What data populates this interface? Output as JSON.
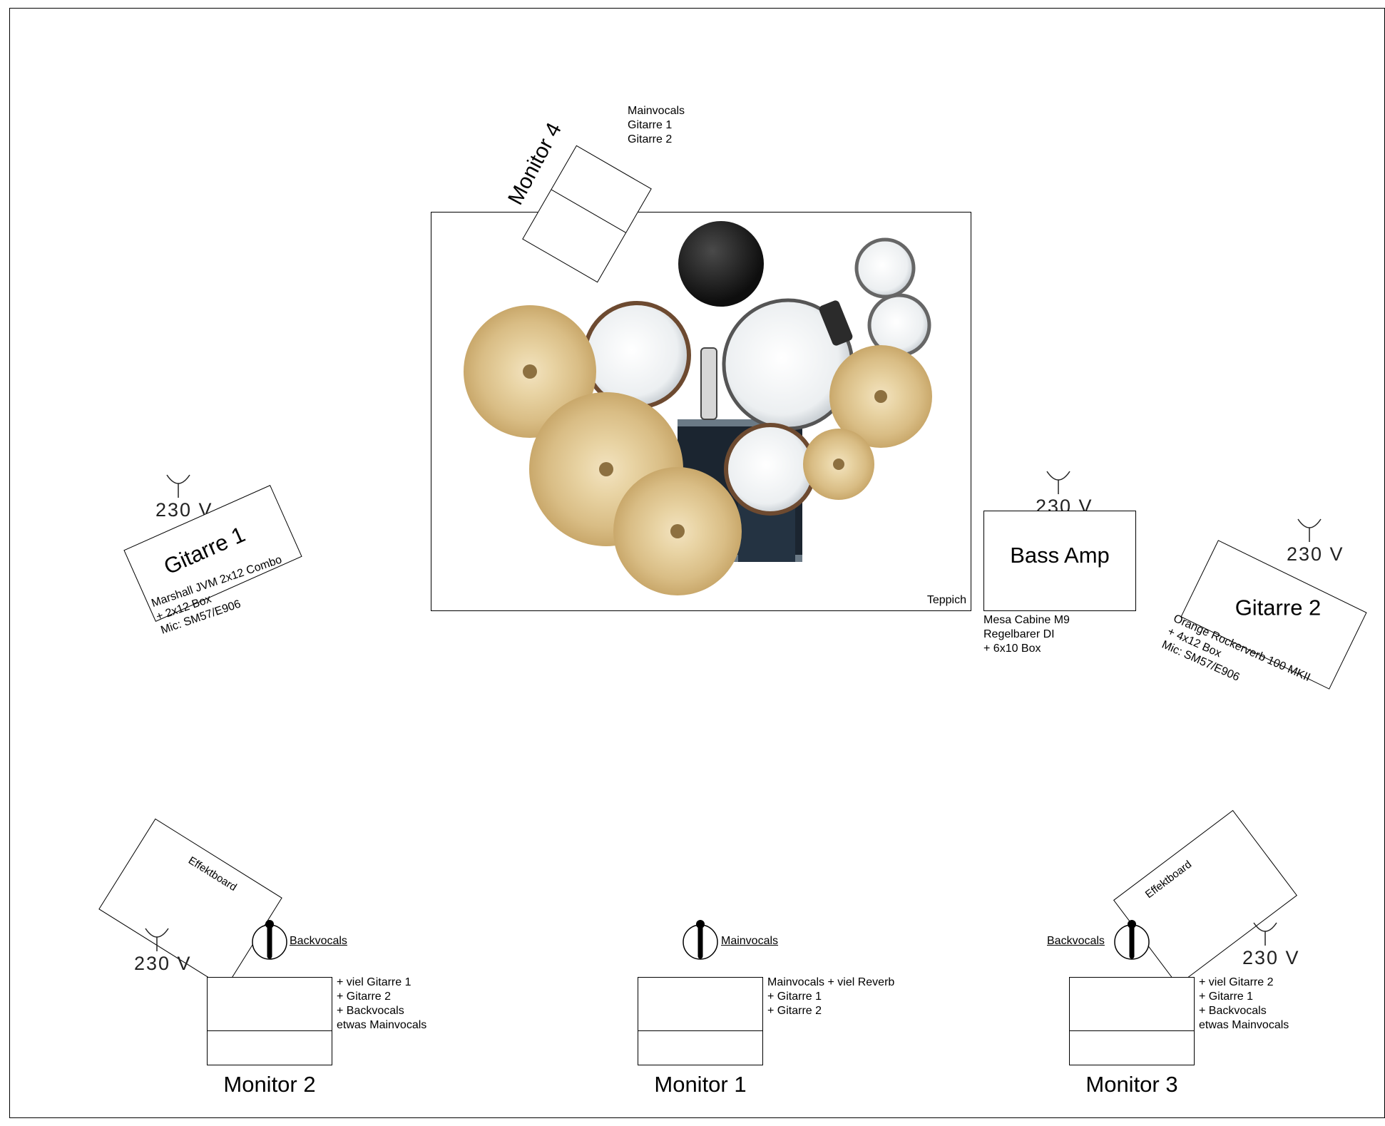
{
  "stage": {
    "carpet_label": "Teppich",
    "monitor4": {
      "label": "Monitor 4",
      "mix": [
        "Mainvocals",
        "Gitarre 1",
        "Gitarre 2"
      ]
    },
    "guitar1": {
      "label": "Gitarre 1",
      "details": [
        "Marshall JVM 2x12 Combo",
        "+ 2x12 Box",
        "Mic: SM57/E906"
      ],
      "power": "230  V"
    },
    "bass": {
      "label": "Bass Amp",
      "details": [
        "Mesa Cabine M9",
        "Regelbarer DI",
        "+ 6x10 Box"
      ],
      "power": "230  V"
    },
    "guitar2": {
      "label": "Gitarre 2",
      "details": [
        "Orange Rockerverb 100 MKII",
        "+ 4x12 Box",
        "Mic: SM57/E906"
      ],
      "power": "230  V"
    },
    "effectboard_left": {
      "label": "Effektboard",
      "power": "230  V"
    },
    "effectboard_right": {
      "label": "Effektboard",
      "power": "230  V"
    },
    "mics": {
      "left": "Backvocals",
      "center": "Mainvocals",
      "right": "Backvocals"
    },
    "monitor2": {
      "label": "Monitor 2",
      "mix": [
        "+ viel Gitarre 1",
        "+ Gitarre 2",
        "+ Backvocals",
        "etwas Mainvocals"
      ]
    },
    "monitor1": {
      "label": "Monitor 1",
      "mix": [
        "Mainvocals + viel Reverb",
        "+ Gitarre 1",
        "+ Gitarre 2"
      ]
    },
    "monitor3": {
      "label": "Monitor 3",
      "mix": [
        "+ viel Gitarre 2",
        "+ Gitarre 1",
        "+ Backvocals",
        "etwas Mainvocals"
      ]
    }
  },
  "icons": [
    "power-outlet-icon",
    "microphone-icon",
    "drum-kit-image"
  ]
}
